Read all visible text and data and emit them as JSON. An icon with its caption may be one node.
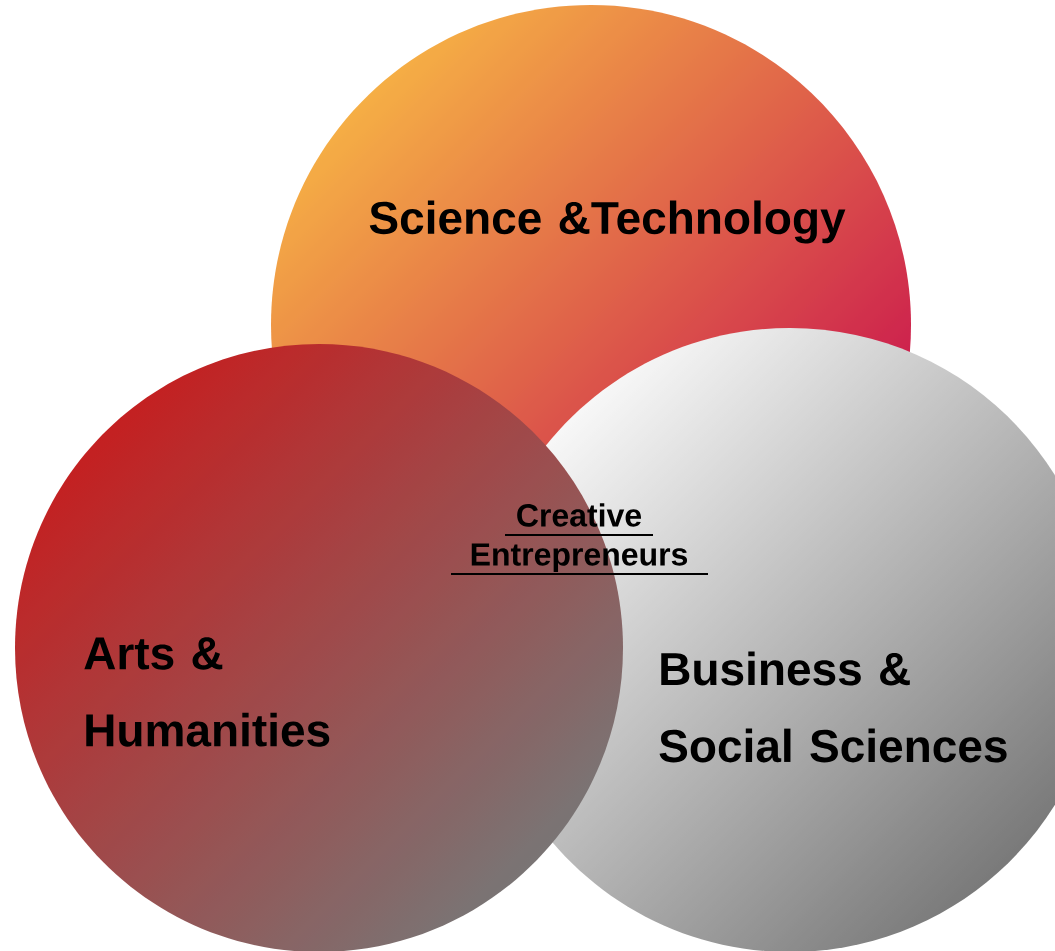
{
  "diagram": {
    "nodes": [
      {
        "text": [
          "Science &Technology"
        ]
      },
      {
        "text": [
          "Business & Social Sciences"
        ]
      },
      {
        "text": [
          "Arts & Humanities"
        ]
      }
    ],
    "labels": [
      "Creative Entrepreneurs"
    ]
  }
}
